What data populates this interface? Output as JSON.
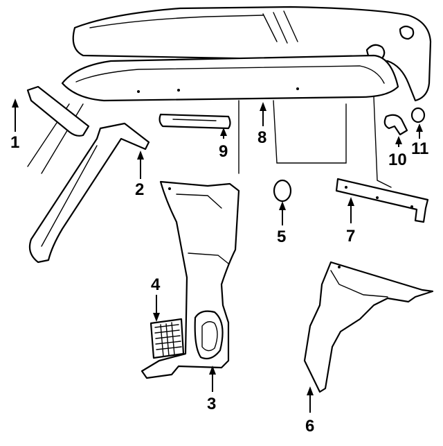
{
  "diagram": {
    "callouts": [
      {
        "id": "c1",
        "label": "1"
      },
      {
        "id": "c2",
        "label": "2"
      },
      {
        "id": "c3",
        "label": "3"
      },
      {
        "id": "c4",
        "label": "4"
      },
      {
        "id": "c5",
        "label": "5"
      },
      {
        "id": "c6",
        "label": "6"
      },
      {
        "id": "c7",
        "label": "7"
      },
      {
        "id": "c8",
        "label": "8"
      },
      {
        "id": "c9",
        "label": "9"
      },
      {
        "id": "c10",
        "label": "10"
      },
      {
        "id": "c11",
        "label": "11"
      }
    ],
    "colors": {
      "line": "#000000",
      "background": "#ffffff"
    }
  }
}
